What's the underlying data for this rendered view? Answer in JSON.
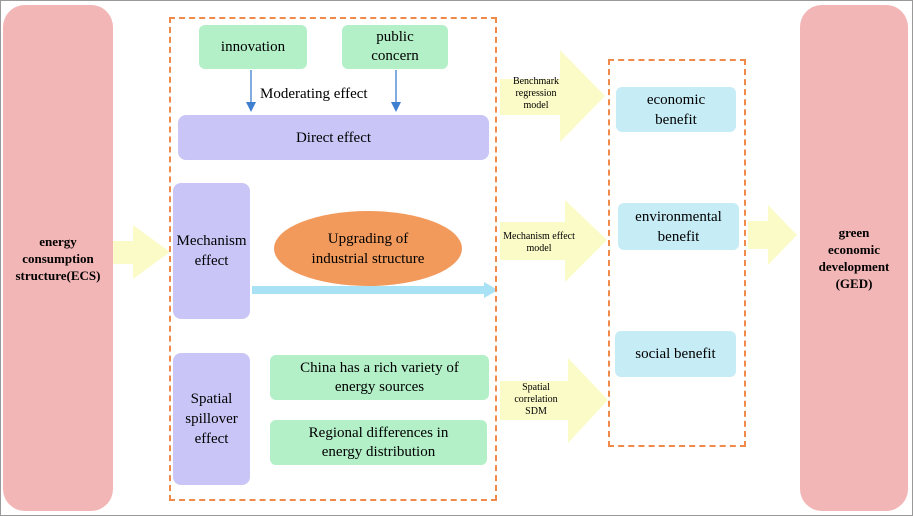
{
  "left_pillar": "energy consumption structure(ECS)",
  "right_pillar": "green economic development (GED)",
  "moderators": {
    "innovation": "innovation",
    "public_concern": "public concern",
    "label": "Moderating effect"
  },
  "direct_effect": "Direct effect",
  "mechanism_effect": "Mechanism effect",
  "upgrading": "Upgrading of industrial structure",
  "spatial_effect": "Spatial spillover effect",
  "spatial_reasons": [
    "China has a rich variety of energy sources",
    "Regional differences in energy distribution"
  ],
  "models": [
    "Benchmark regression model",
    "Mechanism effect model",
    "Spatial correlation SDM"
  ],
  "benefits": [
    "economic benefit",
    "environmental benefit",
    "social benefit"
  ],
  "colors": {
    "pillar": "#f2b6b6",
    "green_box": "#b3f0c8",
    "purple_box": "#c9c6f7",
    "blue_box": "#c6ecf6",
    "oval": "#f29a5c",
    "dashed_border": "#f08a4b",
    "big_arrow": "#fbfbc8",
    "thin_arrow": "#3f7fd0",
    "light_arrow": "#a9e2f4"
  }
}
